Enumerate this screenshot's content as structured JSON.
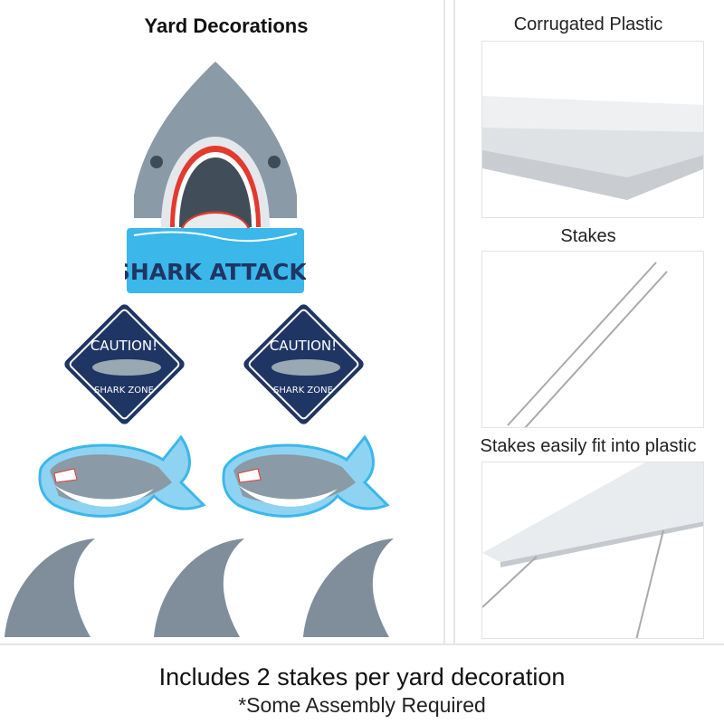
{
  "left_panel": {
    "title": "Yard Decorations",
    "items": {
      "main_sign_text": "SHARK ATTACK!",
      "caution_sign_line1": "CAUTION!",
      "caution_sign_line2": "SHARK ZONE"
    }
  },
  "right_panel": {
    "sections": [
      {
        "label": "Corrugated Plastic"
      },
      {
        "label": "Stakes"
      },
      {
        "label": "Stakes easily fit into plastic"
      }
    ]
  },
  "footer": {
    "line1": "Includes 2 stakes per yard decoration",
    "line2": "*Some Assembly Required"
  },
  "colors": {
    "shark_gray": "#8a9aa6",
    "navy": "#1f3564",
    "sky_blue": "#3bb7ea",
    "red": "#e23b2e"
  }
}
